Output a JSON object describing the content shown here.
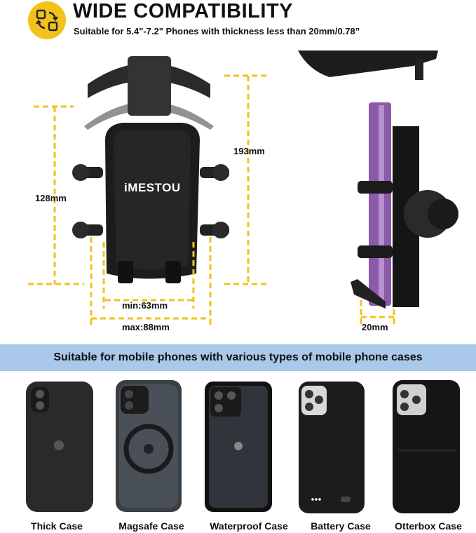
{
  "header": {
    "title": "WIDE COMPATIBILITY",
    "subtitle": "Suitable for 5.4\"-7.2\" Phones with thickness less than 20mm/0.78”",
    "icon": "rotate-arrows-icon",
    "accent_color": "#f2c21b"
  },
  "product": {
    "brand": "iMESTOU"
  },
  "dimensions": {
    "width_128": "128mm",
    "height_193": "193mm",
    "min_width": "min:63mm",
    "max_width": "max:88mm",
    "thickness": "20mm",
    "guide_color": "#f2c21b"
  },
  "banner": {
    "text": "Suitable for mobile phones with various types of mobile phone cases",
    "color": "#a9c8ea"
  },
  "cases": [
    {
      "label": "Thick Case"
    },
    {
      "label": "Magsafe Case"
    },
    {
      "label": "Waterproof Case"
    },
    {
      "label": "Battery Case"
    },
    {
      "label": "Otterbox Case"
    }
  ]
}
